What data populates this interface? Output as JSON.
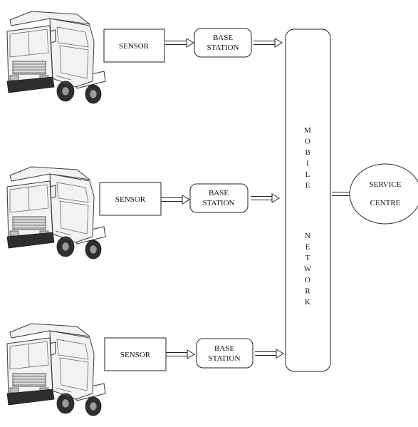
{
  "rows": [
    {
      "sensor_label": "SENSOR",
      "base_label_line1": "BASE",
      "base_label_line2": "STATION"
    },
    {
      "sensor_label": "SENSOR",
      "base_label_line1": "BASE",
      "base_label_line2": "STATION"
    },
    {
      "sensor_label": "SENSOR",
      "base_label_line1": "BASE",
      "base_label_line2": "STATION"
    }
  ],
  "mobile_network": {
    "word1": "MOBILE",
    "word2": "NETWORK",
    "letters1": [
      "M",
      "O",
      "B",
      "I",
      "L",
      "E"
    ],
    "letters2": [
      "N",
      "E",
      "T",
      "W",
      "O",
      "R",
      "K"
    ]
  },
  "service_centre": {
    "line1": "SERVICE",
    "line2": "CENTRE"
  },
  "colors": {
    "stroke": "#222222",
    "text": "#111111",
    "background": "#ffffff"
  },
  "icons": [
    "truck-icon",
    "double-arrow-icon"
  ]
}
